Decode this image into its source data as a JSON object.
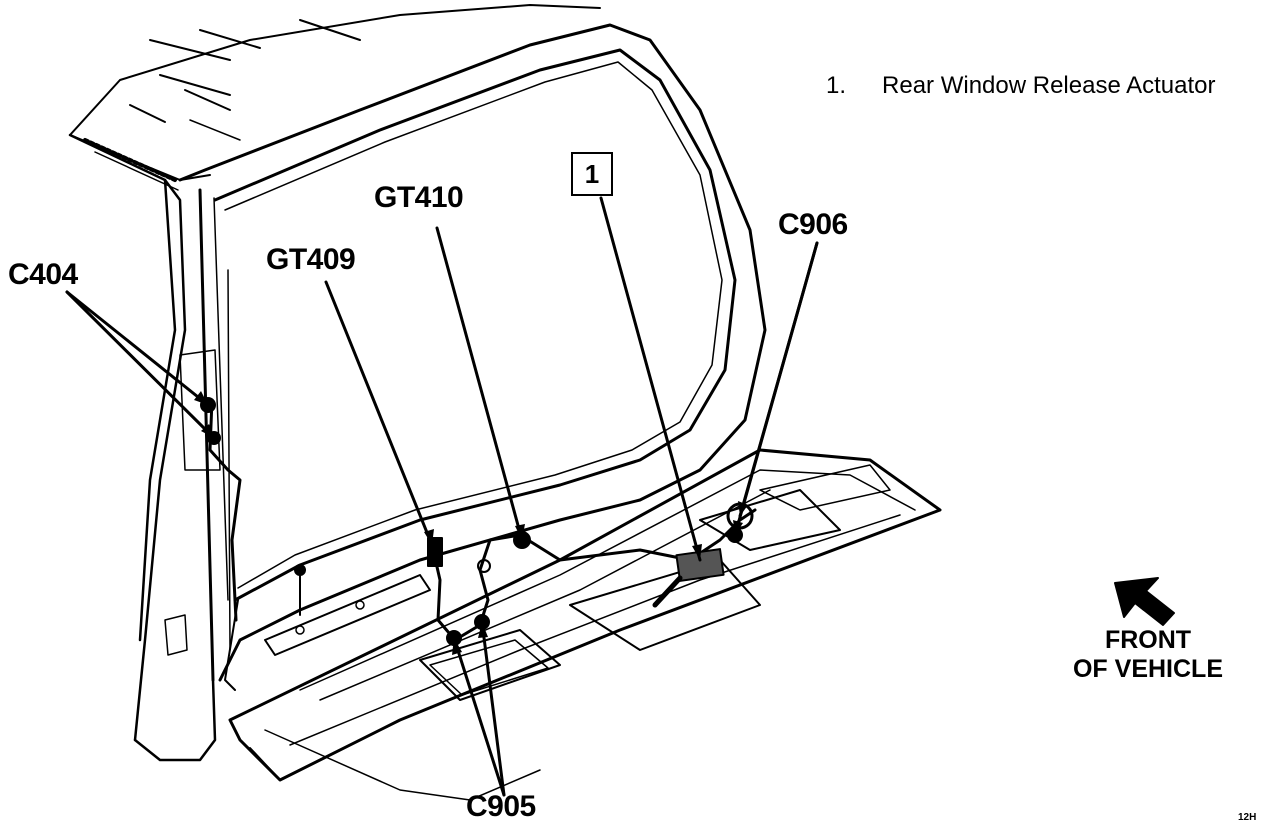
{
  "legend": [
    {
      "number": "1.",
      "text": "Rear Window Release Actuator"
    }
  ],
  "callouts": {
    "item_box": "1",
    "gt410": "GT410",
    "gt409": "GT409",
    "c404": "C404",
    "c906": "C906",
    "c905": "C905"
  },
  "direction": {
    "line1": "FRONT",
    "line2": "OF VEHICLE"
  },
  "figure_code": "12H"
}
